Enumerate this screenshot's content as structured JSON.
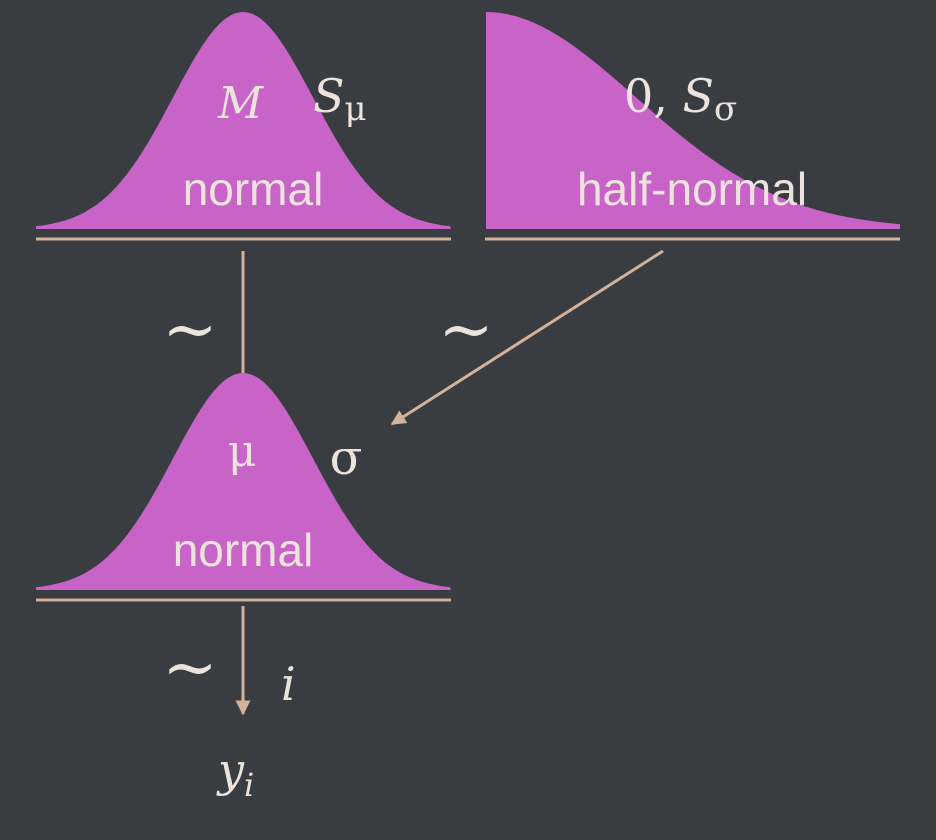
{
  "colors": {
    "background": "#393c41",
    "curve_fill": "#c864c8",
    "line": "#d2b29a",
    "text": "#ece4dc"
  },
  "diagram": {
    "top_left": {
      "label": "normal",
      "param_1": "M",
      "param_2_base": "S",
      "param_2_sub": "μ"
    },
    "top_right": {
      "label": "half-normal",
      "param_prefix": "0, ",
      "param_base": "S",
      "param_sub": "σ"
    },
    "bottom": {
      "label": "normal",
      "param_1": "μ",
      "param_2": "σ"
    },
    "tilde_left": "~",
    "tilde_right": "~",
    "tilde_bottom": "~",
    "index": "i",
    "output_base": "y",
    "output_sub": "i"
  }
}
